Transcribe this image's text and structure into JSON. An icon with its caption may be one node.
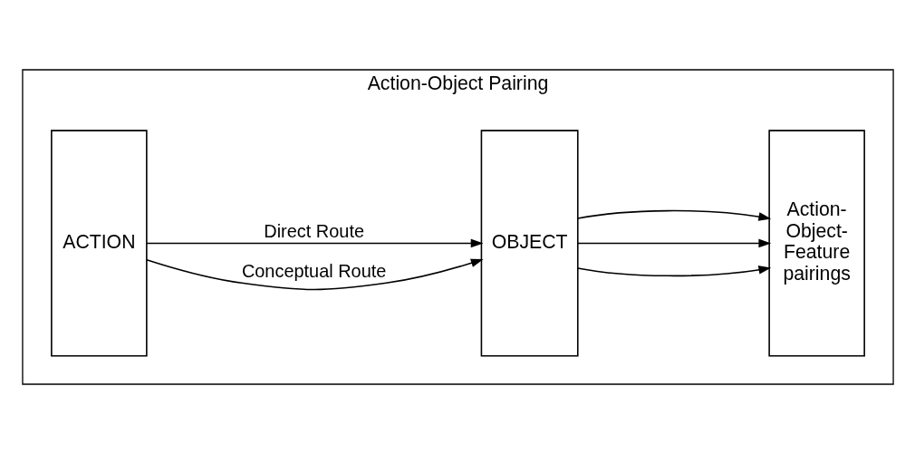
{
  "diagram": {
    "nodes": [
      {
        "text": [
          "Action-Object Pairing"
        ]
      },
      {
        "text": [
          "ACTION"
        ],
        "in": 0
      },
      {
        "text": [
          "OBJECT"
        ],
        "in": 0
      },
      {
        "text": [
          "Action- Object- Feature pairings"
        ],
        "in": 0
      }
    ],
    "edges": [
      {
        "from": 1,
        "to": 2,
        "arrow": "to",
        "label": "Conceptual Route"
      },
      {
        "from": 1,
        "to": 2,
        "arrow": "to",
        "label": "Direct Route"
      },
      {
        "from": 2,
        "to": 3,
        "arrow": "to"
      },
      {
        "from": 2,
        "to": 3,
        "arrow": "to"
      },
      {
        "from": 2,
        "to": 3,
        "arrow": "to"
      }
    ]
  }
}
